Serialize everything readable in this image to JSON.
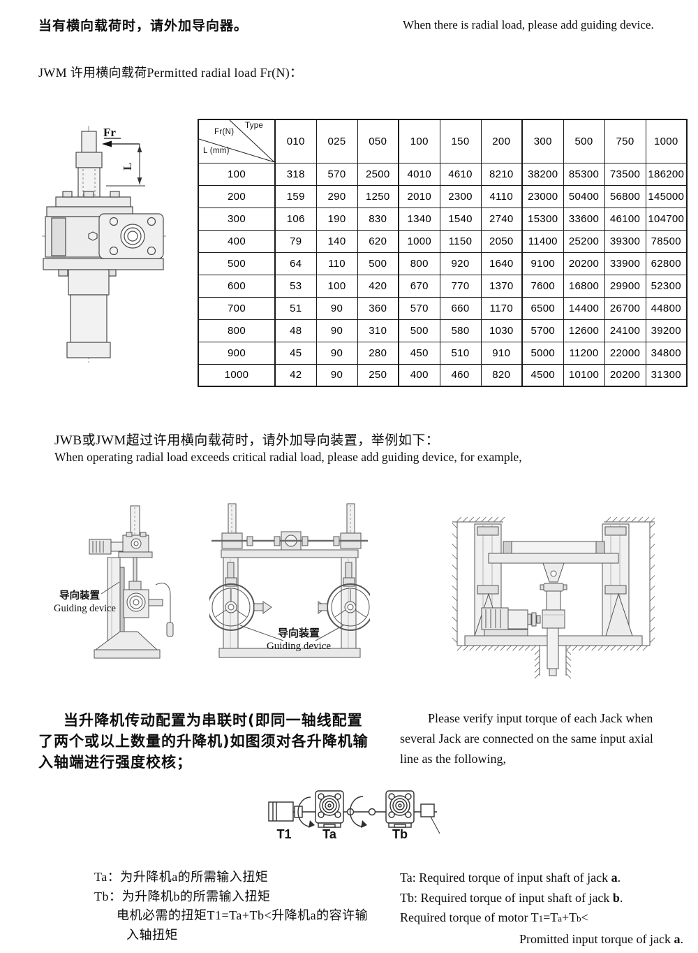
{
  "header": {
    "cn": "当有横向载荷时，请外加导向器。",
    "en": "When there is radial load, please add guiding device.",
    "subtitle": "JWM 许用横向载荷Permitted radial load Fr(N)："
  },
  "jack_figure": {
    "fr_label": "Fr",
    "l_label": "L"
  },
  "table": {
    "corner": {
      "fr": "Fr(N)",
      "type": "Type",
      "l": "L (mm)"
    },
    "columns": [
      "010",
      "025",
      "050",
      "100",
      "150",
      "200",
      "300",
      "500",
      "750",
      "1000"
    ],
    "rows": [
      {
        "l": "100",
        "values": [
          "318",
          "570",
          "2500",
          "4010",
          "4610",
          "8210",
          "38200",
          "85300",
          "73500",
          "186200"
        ]
      },
      {
        "l": "200",
        "values": [
          "159",
          "290",
          "1250",
          "2010",
          "2300",
          "4110",
          "23000",
          "50400",
          "56800",
          "145000"
        ]
      },
      {
        "l": "300",
        "values": [
          "106",
          "190",
          "830",
          "1340",
          "1540",
          "2740",
          "15300",
          "33600",
          "46100",
          "104700"
        ]
      },
      {
        "l": "400",
        "values": [
          "79",
          "140",
          "620",
          "1000",
          "1150",
          "2050",
          "11400",
          "25200",
          "39300",
          "78500"
        ]
      },
      {
        "l": "500",
        "values": [
          "64",
          "110",
          "500",
          "800",
          "920",
          "1640",
          "9100",
          "20200",
          "33900",
          "62800"
        ]
      },
      {
        "l": "600",
        "values": [
          "53",
          "100",
          "420",
          "670",
          "770",
          "1370",
          "7600",
          "16800",
          "29900",
          "52300"
        ]
      },
      {
        "l": "700",
        "values": [
          "51",
          "90",
          "360",
          "570",
          "660",
          "1170",
          "6500",
          "14400",
          "26700",
          "44800"
        ]
      },
      {
        "l": "800",
        "values": [
          "48",
          "90",
          "310",
          "500",
          "580",
          "1030",
          "5700",
          "12600",
          "24100",
          "39200"
        ]
      },
      {
        "l": "900",
        "values": [
          "45",
          "90",
          "280",
          "450",
          "510",
          "910",
          "5000",
          "11200",
          "22000",
          "34800"
        ]
      },
      {
        "l": "1000",
        "values": [
          "42",
          "90",
          "250",
          "400",
          "460",
          "820",
          "4500",
          "10100",
          "20200",
          "31300"
        ]
      }
    ]
  },
  "middle_note": {
    "cn": "JWB或JWM超过许用横向载荷时，请外加导向装置，举例如下：",
    "en": "When operating radial load exceeds critical radial load, please add guiding device, for example,"
  },
  "guiding_label": {
    "cn": "导向装置",
    "en": "Guiding device"
  },
  "serial_note": {
    "cn_lines": [
      "当升降机传动配置为串联时(即同一轴线配置",
      "了两个或以上数量的升降机)如图须对各升降机输",
      "入轴端进行强度校核；"
    ],
    "en_lines": [
      "Please verify input torque of each Jack when",
      "several Jack are connected on the same input axial",
      "line as the following,"
    ]
  },
  "torque_figure": {
    "t1": "T1",
    "ta": "Ta",
    "tb": "Tb"
  },
  "notes_cn": [
    "Ta：为升降机a的所需输入扭矩",
    "Tb：为升降机b的所需输入扭矩",
    "电机必需的扭矩T1=Ta+Tb<升降机a的容许输",
    "入轴扭矩"
  ],
  "notes_en": {
    "line1": {
      "pre": "Ta: Required torque of input shaft of jack ",
      "bold": "a",
      "post": "."
    },
    "line2": {
      "pre": "Tb: Required torque of input shaft of jack ",
      "bold": "b",
      "post": "."
    },
    "line3": {
      "pre": "Required torque of motor T",
      "sub1": "1",
      "m1": "=T",
      "suba": "a",
      "m2": "+T",
      "subb": "b",
      "lt": "<"
    },
    "line4": {
      "pre": "Promitted input torque of jack ",
      "bold": "a",
      "post": "."
    }
  }
}
